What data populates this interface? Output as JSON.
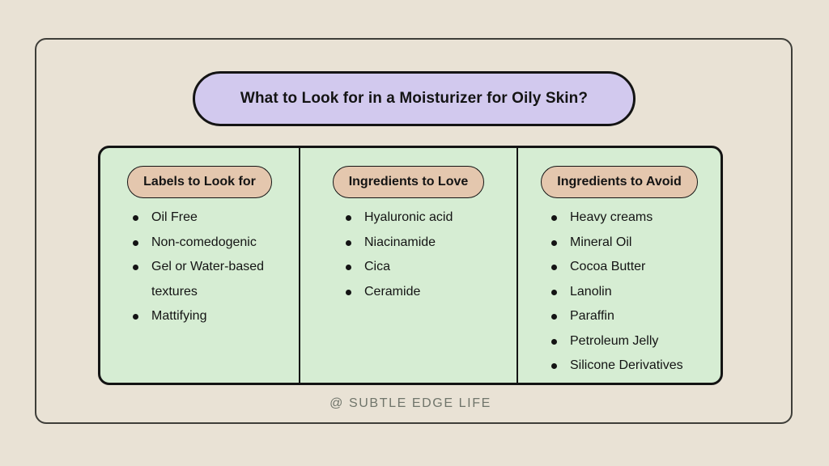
{
  "title": "What to Look for in a Moisturizer for Oily Skin?",
  "columns": [
    {
      "header": "Labels to Look for",
      "items": [
        "Oil Free",
        "Non-comedogenic",
        "Gel or Water-based textures",
        "Mattifying"
      ]
    },
    {
      "header": "Ingredients to Love",
      "items": [
        "Hyaluronic acid",
        "Niacinamide",
        "Cica",
        "Ceramide"
      ]
    },
    {
      "header": "Ingredients to Avoid",
      "items": [
        "Heavy creams",
        "Mineral Oil",
        "Cocoa Butter",
        "Lanolin",
        "Paraffin",
        "Petroleum Jelly",
        "Silicone Derivatives"
      ]
    }
  ],
  "footer": "@ SUBTLE EDGE LIFE",
  "colors": {
    "page_bg": "#e9e2d5",
    "frame_border": "#3e3e39",
    "title_pill_bg": "#d2c9ee",
    "panel_bg": "#d6edd3",
    "header_pill_bg": "#e4c7ae",
    "ink": "#141414",
    "footer_text": "#70756b"
  }
}
